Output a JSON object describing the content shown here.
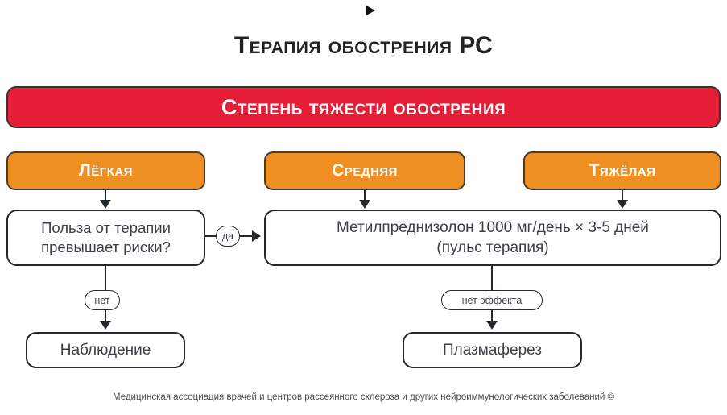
{
  "header": {
    "title": "Терапия обострения РС",
    "marker_icon": "play-triangle-icon"
  },
  "banner": {
    "label": "Степень тяжести обострения",
    "color": "#e31e36",
    "text_color": "#ffffff"
  },
  "severity_levels": [
    {
      "label": "Лёгкая",
      "color": "#ef8f21"
    },
    {
      "label": "Средняя",
      "color": "#ef8f21"
    },
    {
      "label": "Тяжёлая",
      "color": "#ef8f21"
    }
  ],
  "nodes": {
    "decision": {
      "line1": "Польза от терапии",
      "line2": "превышает риски?"
    },
    "treatment": {
      "line1": "Метилпреднизолон 1000 мг/день × 3-5 дней",
      "line2": "(пульс терапия)"
    },
    "outcome_observation": {
      "label": "Наблюдение"
    },
    "outcome_plasmapheresis": {
      "label": "Плазмаферез"
    }
  },
  "edge_labels": {
    "yes": "да",
    "no": "нет",
    "no_effect": "нет эффекта"
  },
  "footer": {
    "text": "Медицинская ассоциация врачей и центров рассеянного склероза и других нейроиммунологических заболеваний ©"
  }
}
